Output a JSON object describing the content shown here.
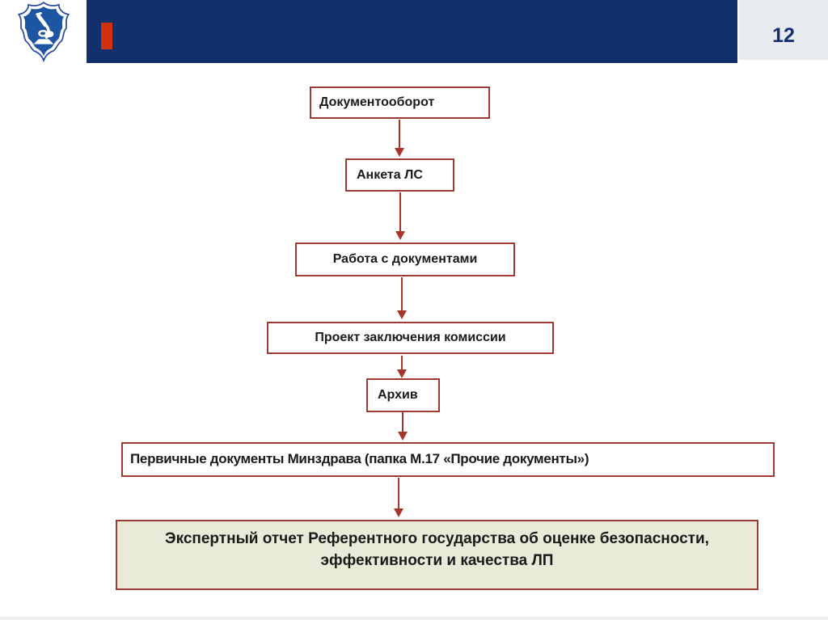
{
  "header": {
    "page_number": "12",
    "logo_name": "shield-microscope-emblem",
    "bar_color": "#112e6d",
    "accent_color": "#d2310e",
    "page_box_color": "#e8ebf0"
  },
  "flowchart": {
    "border_color": "#9e3a34",
    "arrow_color": "#a8352a",
    "final_box_bg": "#e9ead7",
    "boxes": [
      {
        "label": "Документооборот"
      },
      {
        "label": "Анкета ЛС"
      },
      {
        "label": "Работа с документами"
      },
      {
        "label": "Проект заключения комиссии"
      },
      {
        "label": "Архив"
      },
      {
        "label": "Первичные документы Минздрава (папка М.17 «Прочие документы»)"
      },
      {
        "label": "Экспертный отчет Референтного государства об оценке безопасности, эффективности и качества ЛП"
      }
    ]
  }
}
